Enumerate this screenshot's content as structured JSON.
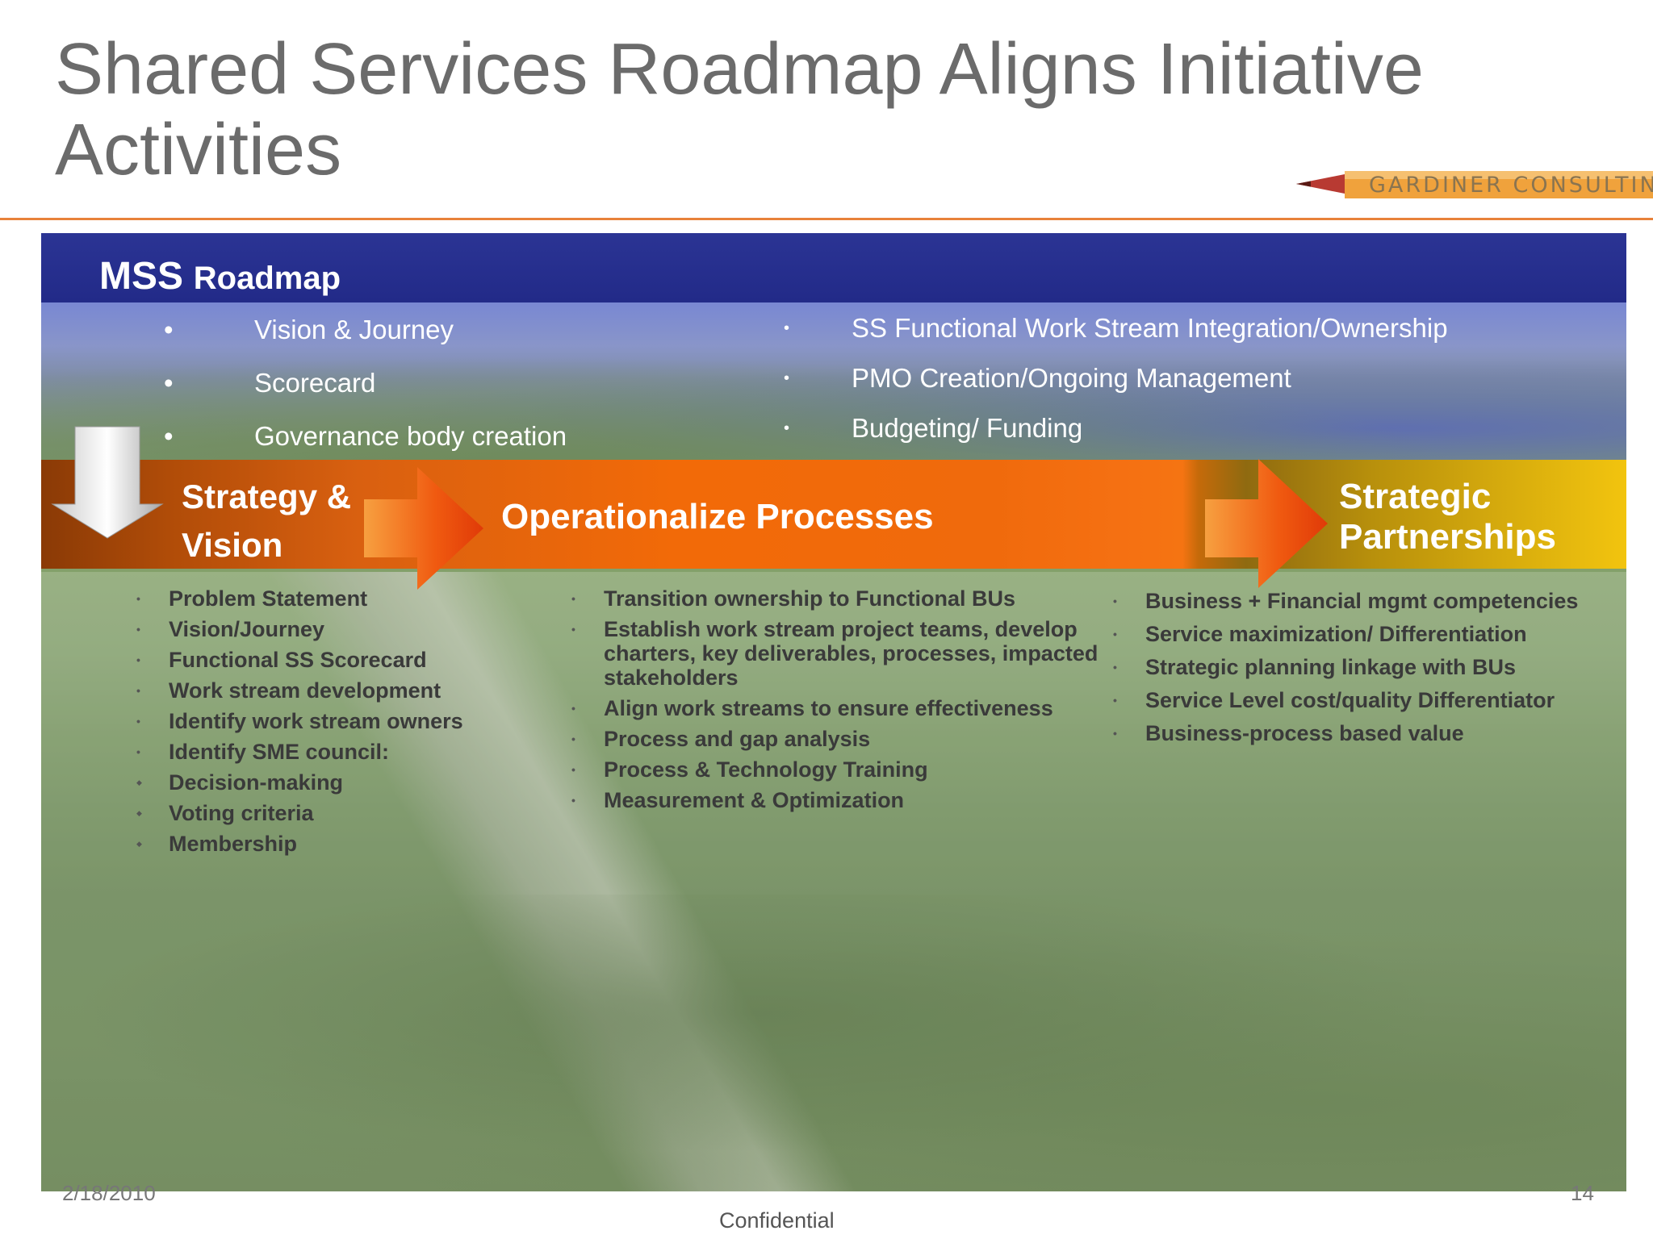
{
  "slide": {
    "title": "Shared Services Roadmap Aligns Initiative Activities",
    "logo_text": "GARDINER CONSULTING"
  },
  "roadmap": {
    "band_title_big": "MSS",
    "band_title_rest": "Roadmap",
    "top_left_items": [
      "Vision & Journey",
      "Scorecard",
      "Governance body creation"
    ],
    "top_right_items": [
      "SS Functional Work Stream Integration/Ownership",
      "PMO Creation/Ongoing Management",
      "Budgeting/ Funding"
    ],
    "phases": [
      {
        "label_line1": "Strategy &",
        "label_line2": "Vision"
      },
      {
        "label": "Operationalize Processes"
      },
      {
        "label_line1": "Strategic",
        "label_line2": "Partnerships"
      }
    ],
    "columns": [
      {
        "items": [
          "Problem Statement",
          "Vision/Journey",
          "Functional SS Scorecard",
          "Work stream development",
          "Identify work stream owners",
          "Identify SME council:"
        ],
        "sub_items": [
          "Decision-making",
          "Voting criteria",
          "Membership"
        ]
      },
      {
        "items": [
          "Transition ownership to Functional BUs",
          "Establish work stream project teams, develop charters, key deliverables, processes, impacted stakeholders",
          "Align work streams to ensure effectiveness",
          "Process and gap analysis",
          "Process & Technology Training",
          "Measurement & Optimization"
        ]
      },
      {
        "items": [
          "Business + Financial mgmt competencies",
          "Service maximization/ Differentiation",
          "Strategic planning linkage with BUs",
          "Service Level cost/quality Differentiator",
          "Business-process based value"
        ]
      }
    ]
  },
  "footer": {
    "date": "2/18/2010",
    "page": "14",
    "confidential": "Confidential"
  },
  "colors": {
    "title_gray": "#6b6b6b",
    "accent_orange": "#e8823a",
    "band_navy": "#222a88",
    "phase_gold": "#f2c40e"
  }
}
